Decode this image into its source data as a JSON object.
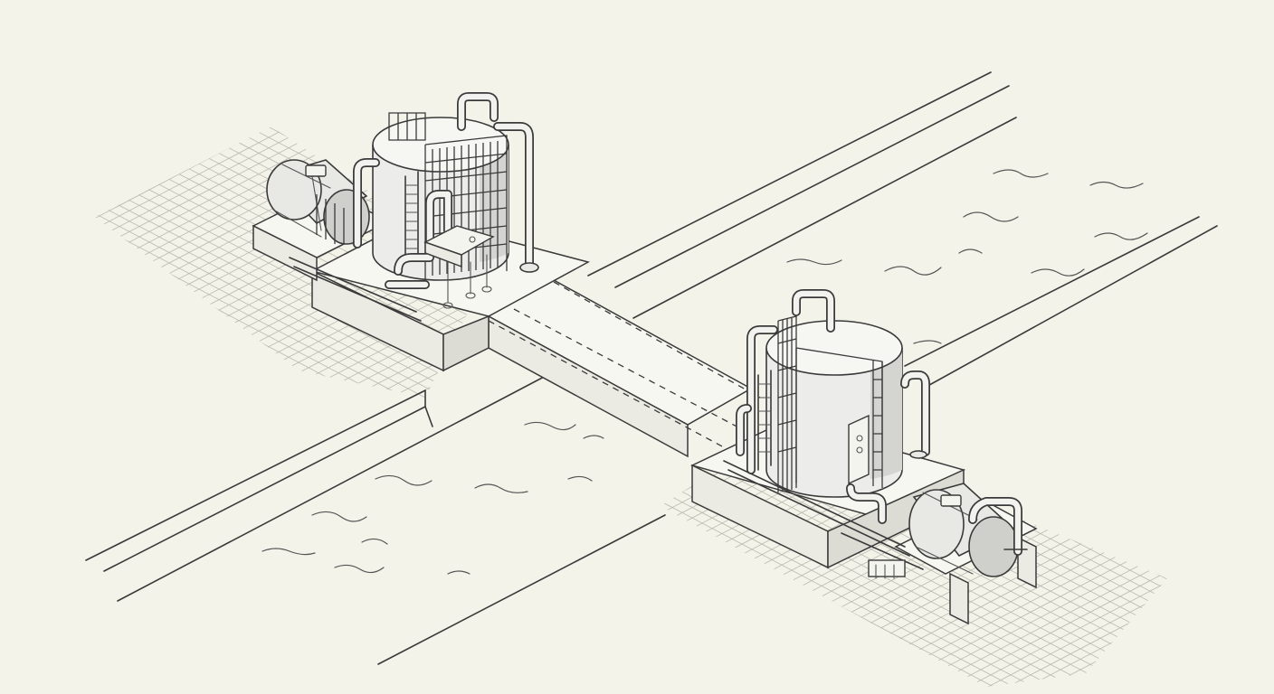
{
  "diagram": {
    "style": "isometric line drawing",
    "background_color": "#f3f3ea",
    "line_color": "#3a3a3a",
    "components": [
      {
        "id": "pump-station-a",
        "parts": [
          "tank",
          "motor-unit",
          "ladder",
          "cage-railing",
          "piping",
          "concrete-pad"
        ]
      },
      {
        "id": "pump-station-b",
        "parts": [
          "tank",
          "motor-unit",
          "ladder",
          "cage-railing",
          "piping",
          "concrete-pad"
        ]
      },
      {
        "id": "underground-conduit",
        "style": "dashed"
      },
      {
        "id": "water-channel-upper"
      },
      {
        "id": "water-channel-lower"
      }
    ]
  }
}
